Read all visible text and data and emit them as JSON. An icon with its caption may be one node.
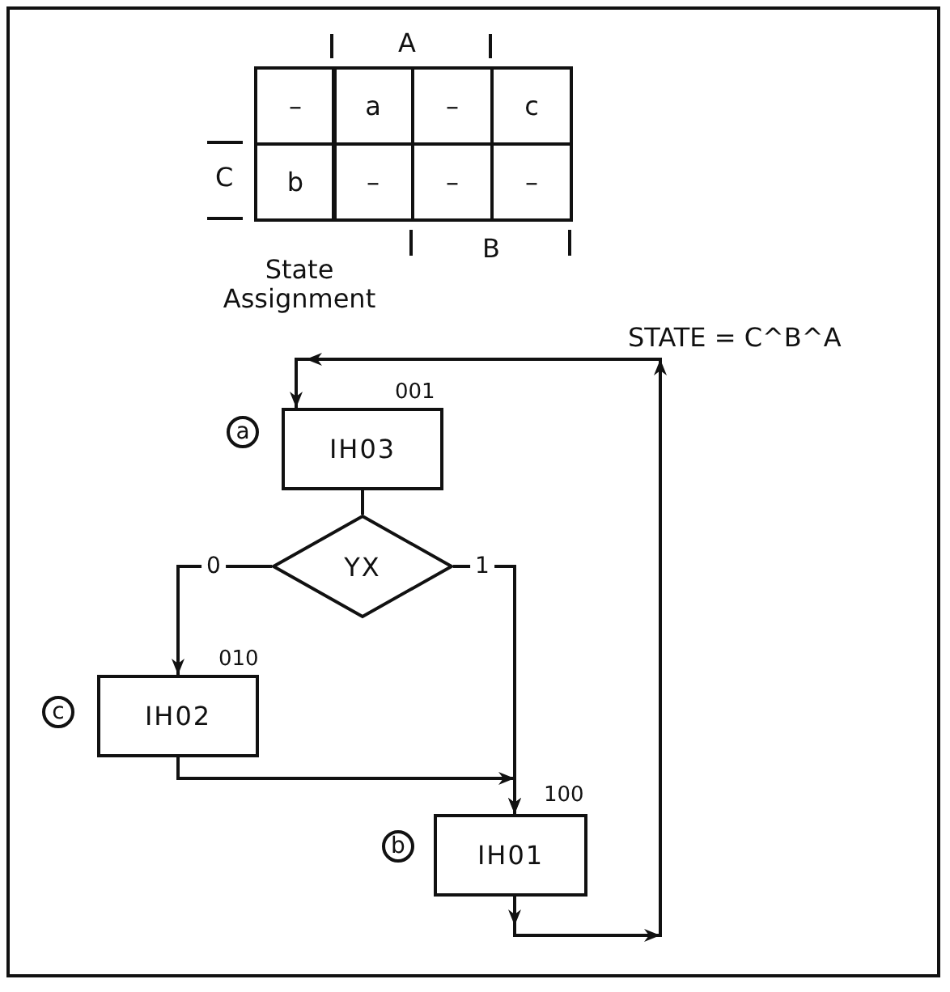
{
  "diagram": {
    "nodes": [
      {
        "text": [
          "IH03"
        ],
        "beside": [
          "a",
          "001"
        ]
      },
      {
        "text": [
          "YX"
        ]
      },
      {
        "text": [
          "IH02"
        ],
        "beside": [
          "c",
          "010"
        ]
      },
      {
        "text": [
          "IH01"
        ],
        "beside": [
          "b",
          "100"
        ]
      }
    ],
    "edges": [
      {
        "from": 0,
        "to": 1,
        "arrow": "none"
      },
      {
        "from": 1,
        "to": 2,
        "arrow": "to",
        "label": "0"
      },
      {
        "from": 1,
        "to": 3,
        "arrow": "to",
        "label": "1"
      },
      {
        "from": 2,
        "to": 3,
        "arrow": "to"
      },
      {
        "from": 3,
        "to": 0,
        "arrow": "to"
      }
    ],
    "labels": [
      "A",
      "–",
      "a",
      "–",
      "c",
      "C",
      "b",
      "–",
      "–",
      "–",
      "B",
      "State Assignment",
      "STATE = C^B^A"
    ]
  }
}
